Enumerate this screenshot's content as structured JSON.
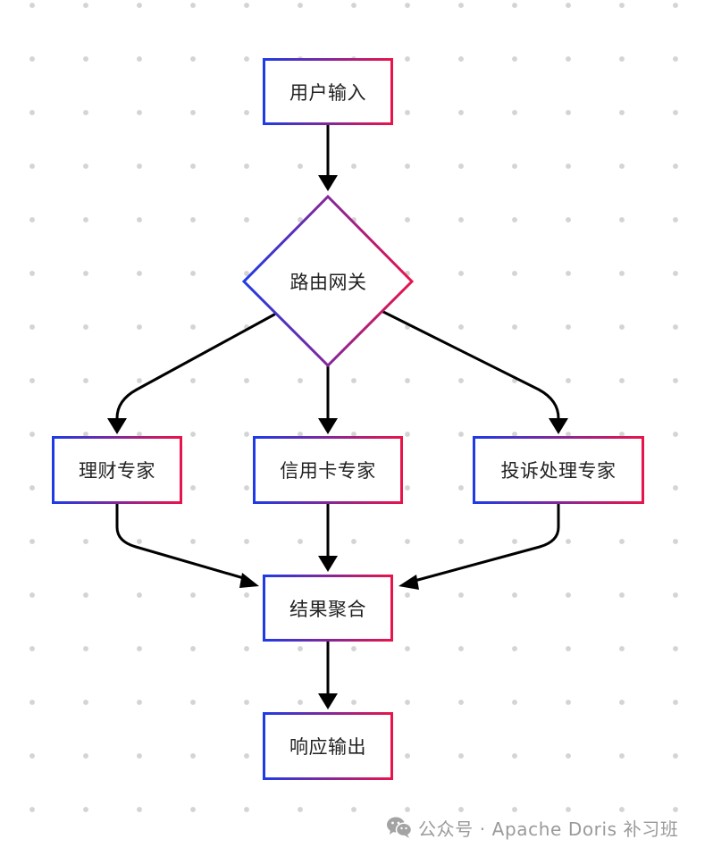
{
  "nodes": {
    "user_input": "用户输入",
    "router": "路由网关",
    "finance_expert": "理财专家",
    "credit_card_expert": "信用卡专家",
    "complaint_expert": "投诉处理专家",
    "aggregate": "结果聚合",
    "response": "响应输出"
  },
  "footer": {
    "text": "公众号 · Apache Doris 补习班",
    "icon": "wechat-icon"
  },
  "colors": {
    "gradient_start": "#1f3be6",
    "gradient_end": "#e8144c",
    "edge": "#000000",
    "dots": "#d4d4d4",
    "footer_text": "#9a9a9a"
  }
}
